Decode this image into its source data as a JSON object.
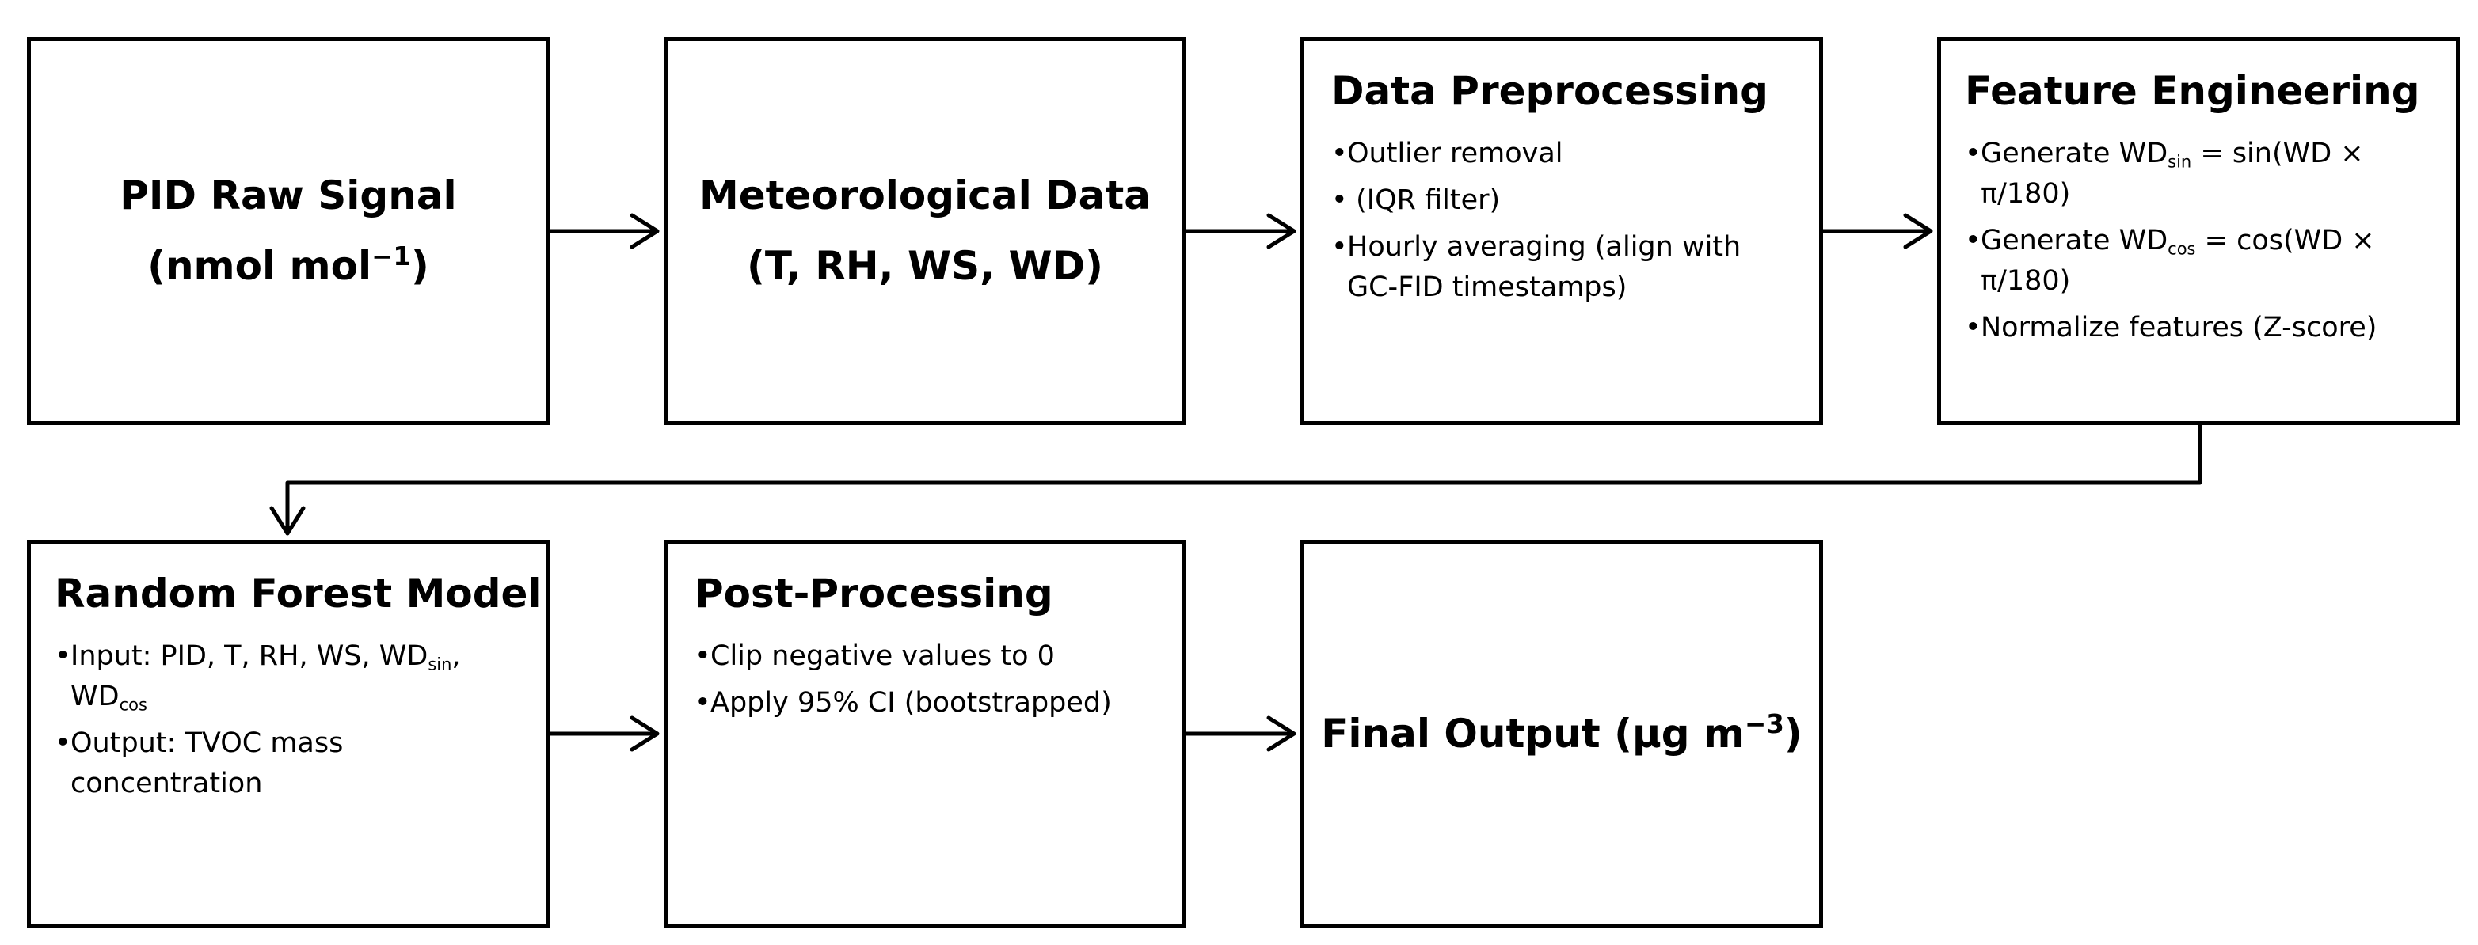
{
  "nodes": {
    "pid": {
      "line1": "PID Raw Signal",
      "line2_main": "(nmol mol",
      "line2_sup": "−1",
      "line2_end": ")"
    },
    "meteo": {
      "line1": "Meteorological Data",
      "line2": "(T, RH, WS, WD)"
    },
    "preprocessing": {
      "title": "Data Preprocessing",
      "items": [
        "Outlier removal",
        " (IQR filter)",
        "Hourly averaging (align with GC-FID timestamps)"
      ]
    },
    "feature": {
      "title": "Feature Engineering",
      "item1_pre": "Generate WD",
      "item1_sub": "sin",
      "item1_post": " = sin(WD × π/180)",
      "item2_pre": "Generate WD",
      "item2_sub": "cos",
      "item2_post": " = cos(WD × π/180)",
      "item3": "Normalize features (Z-score)"
    },
    "random_forest": {
      "title": "Random Forest Model",
      "item1_pre": "Input: PID, T, RH, WS, WD",
      "item1_sub1": "sin",
      "item1_mid": ", WD",
      "item1_sub2": "cos",
      "item2": "Output: TVOC mass concentration"
    },
    "postprocessing": {
      "title": "Post-Processing",
      "items": [
        "Clip negative values to 0",
        "Apply 95% CI (bootstrapped)"
      ]
    },
    "final": {
      "label_main": "Final Output (µg m",
      "label_sup": "−3",
      "label_end": ")"
    }
  },
  "bullet": "•",
  "colors": {
    "stroke": "#000000",
    "background": "#ffffff"
  }
}
